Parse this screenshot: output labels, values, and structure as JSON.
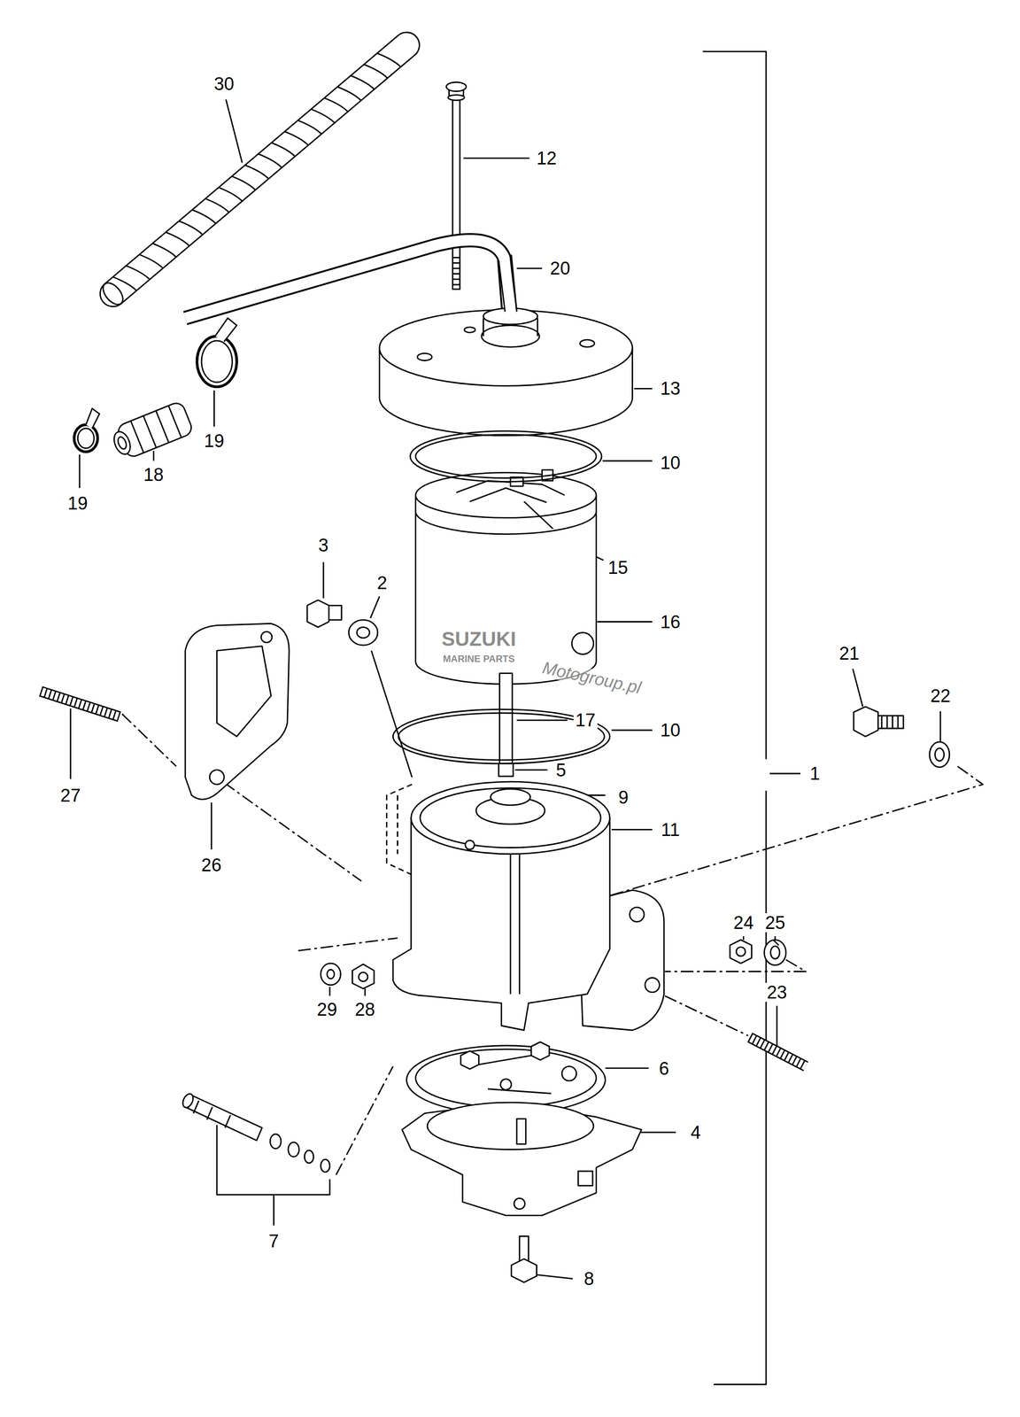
{
  "diagram": {
    "labels": [
      "30",
      "12",
      "20",
      "13",
      "10",
      "19",
      "18",
      "19",
      "15",
      "3",
      "2",
      "16",
      "21",
      "22",
      "SUZUKI",
      "MARINE PARTS",
      "Motogroup.pl",
      "27",
      "17",
      "10",
      "5",
      "1",
      "9",
      "11",
      "26",
      "24",
      "25",
      "29",
      "28",
      "23",
      "6",
      "4",
      "7",
      "8"
    ]
  }
}
